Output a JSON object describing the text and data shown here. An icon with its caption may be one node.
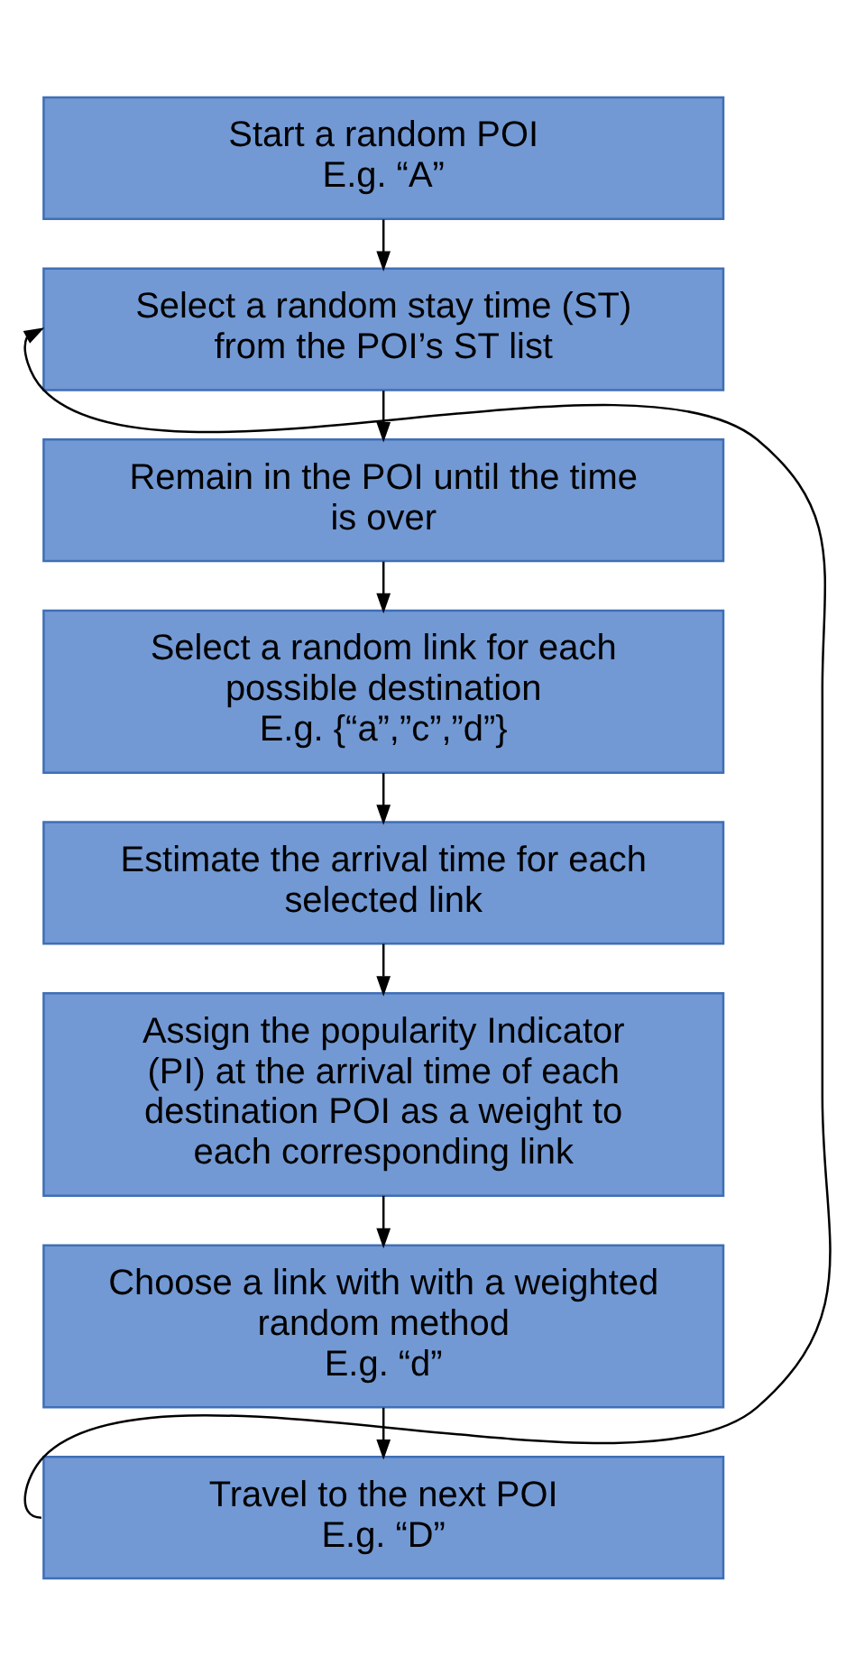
{
  "diagram": {
    "nodes": [
      {
        "text": [
          "Start a random POI",
          "E.g. “A”"
        ]
      },
      {
        "text": [
          "Select a random stay time (ST) from the POI’s ST list"
        ]
      },
      {
        "text": [
          "Remain in the POI until the time is over"
        ]
      },
      {
        "text": [
          "Select a random link for each possible destination",
          "E.g. {“a”,”c”,”d”}"
        ]
      },
      {
        "text": [
          "Estimate the arrival time for each selected link"
        ]
      },
      {
        "text": [
          "Assign the popularity Indicator (PI) at the arrival time of each destination POI as a weight to each corresponding link"
        ]
      },
      {
        "text": [
          "Choose a link with with a weighted random method",
          "E.g. “d”"
        ]
      },
      {
        "text": [
          "Travel to the next POI",
          "E.g. “D”"
        ]
      }
    ],
    "edges": [
      {
        "from": 0,
        "to": 1,
        "arrow": "to"
      },
      {
        "from": 1,
        "to": 2,
        "arrow": "to"
      },
      {
        "from": 2,
        "to": 3,
        "arrow": "to"
      },
      {
        "from": 3,
        "to": 4,
        "arrow": "to"
      },
      {
        "from": 4,
        "to": 5,
        "arrow": "to"
      },
      {
        "from": 5,
        "to": 6,
        "arrow": "to"
      },
      {
        "from": 6,
        "to": 7,
        "arrow": "to"
      },
      {
        "from": 7,
        "to": 1,
        "arrow": "to"
      }
    ]
  }
}
